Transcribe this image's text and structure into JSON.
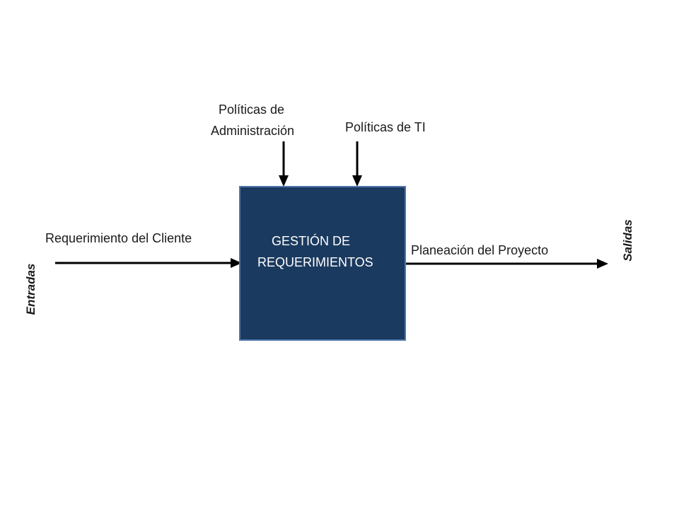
{
  "diagram": {
    "process": {
      "line1": "GESTIÓN  DE",
      "line2": "REQUERIMIENTOS",
      "fill_color": "#1b3a5f",
      "border_color": "#4f77a8",
      "text_color": "#ffffff"
    },
    "controls": {
      "admin_policies": {
        "line1": "Políticas de",
        "line2": "Administración"
      },
      "it_policies": "Políticas de TI"
    },
    "input_label": "Requerimiento del Cliente",
    "output_label": "Planeación del Proyecto",
    "side_left": "Entradas",
    "side_right": "Salidas",
    "arrow_color": "#000000"
  }
}
